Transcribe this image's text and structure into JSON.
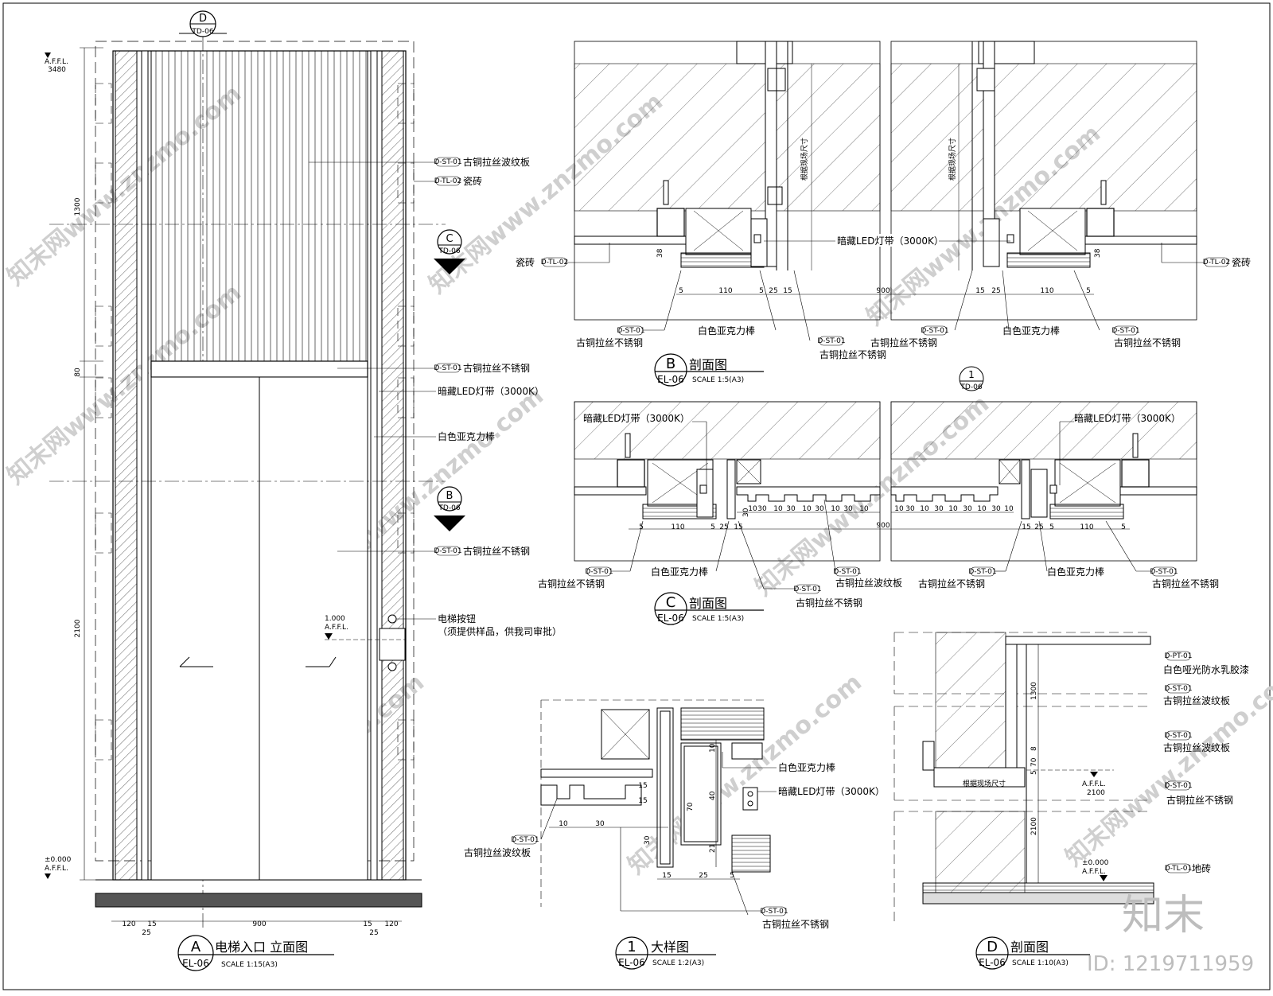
{
  "elevation_A": {
    "marker_top": {
      "letter": "D",
      "sheet": "TD-06"
    },
    "level_top": {
      "text": "A.F.F.L.",
      "value": "3480"
    },
    "level_mid": {
      "value": "1.000",
      "text": "A.F.F.L."
    },
    "level_bottom": {
      "value": "±0.000",
      "text": "A.F.F.L."
    },
    "dims_vertical": [
      "1300",
      "80",
      "2100"
    ],
    "dims_bottom": [
      "120",
      "15",
      "25",
      "900",
      "15",
      "25",
      "120"
    ],
    "section_marks": [
      {
        "letter": "C",
        "sheet": "TD-06"
      },
      {
        "letter": "B",
        "sheet": "TD-06"
      }
    ],
    "callouts": [
      {
        "tag": "D-ST-01",
        "text": "古铜拉丝波纹板"
      },
      {
        "tag": "D-TL-02",
        "text": "瓷砖"
      },
      {
        "tag": "D-ST-01",
        "text": "古铜拉丝不锈钢"
      },
      {
        "tag": "",
        "text": "暗藏LED灯带（3000K）"
      },
      {
        "tag": "",
        "text": "白色亚克力棒"
      },
      {
        "tag": "D-ST-01",
        "text": "古铜拉丝不锈钢"
      },
      {
        "tag": "",
        "text": "电梯按钮"
      },
      {
        "tag": "",
        "text": "（须提供样品，供我司审批）"
      }
    ],
    "title": {
      "letter": "A",
      "sheet": "EL-06",
      "name": "电梯入口 立面图",
      "scale": "SCALE 1:15(A3)"
    }
  },
  "section_B": {
    "left_labels": {
      "tile": "瓷砖",
      "tile_tag": "D-TL-02",
      "dim38": "38",
      "dims": [
        "5",
        "110",
        "5",
        "25",
        "15"
      ],
      "onsite": "根据现场尺寸"
    },
    "right_labels": {
      "tile": "瓷砖",
      "tile_tag": "D-TL-02",
      "dim38": "38",
      "dims": [
        "15",
        "25",
        "110",
        "5"
      ],
      "onsite": "根据现场尺寸"
    },
    "led": "暗藏LED灯带（3000K）",
    "overall": "900",
    "callouts": [
      {
        "tag": "D-ST-01",
        "text": "古铜拉丝不锈钢"
      },
      {
        "tag": "",
        "text": "白色亚克力棒"
      },
      {
        "tag": "D-ST-01",
        "text": "古铜拉丝不锈钢"
      },
      {
        "tag": "D-ST-01",
        "text": "古铜拉丝不锈钢"
      },
      {
        "tag": "",
        "text": "白色亚克力棒"
      },
      {
        "tag": "D-ST-01",
        "text": "古铜拉丝不锈钢"
      }
    ],
    "title": {
      "letter": "B",
      "sheet": "EL-06",
      "name": "剖面图",
      "scale": "SCALE 1:5(A3)"
    },
    "detail_mark": {
      "num": "1",
      "sheet": "TD-06"
    }
  },
  "section_C": {
    "led_left": "暗藏LED灯带（3000K）",
    "led_right": "暗藏LED灯带（3000K）",
    "dims_left": [
      "5",
      "110",
      "5",
      "25",
      "15"
    ],
    "dims_right": [
      "15",
      "25",
      "5",
      "110",
      "5"
    ],
    "dim30": "30",
    "flutes_left": [
      "10",
      "30",
      "10",
      "30",
      "10",
      "30",
      "10",
      "30",
      "10"
    ],
    "flutes_right": [
      "10",
      "30",
      "10",
      "30",
      "10",
      "30",
      "10",
      "30",
      "10"
    ],
    "overall": "900",
    "callouts": [
      {
        "tag": "D-ST-01",
        "text": "古铜拉丝不锈钢"
      },
      {
        "tag": "",
        "text": "白色亚克力棒"
      },
      {
        "tag": "D-ST-01",
        "text": "古铜拉丝不锈钢"
      },
      {
        "tag": "D-ST-01",
        "text": "古铜拉丝波纹板"
      },
      {
        "tag": "D-ST-01",
        "text": "古铜拉丝不锈钢"
      },
      {
        "tag": "",
        "text": "白色亚克力棒"
      },
      {
        "tag": "D-ST-01",
        "text": "古铜拉丝不锈钢"
      }
    ],
    "title": {
      "letter": "C",
      "sheet": "EL-06",
      "name": "剖面图",
      "scale": "SCALE 1:5(A3)"
    }
  },
  "detail_1": {
    "dims_h_top": [
      "15",
      "15"
    ],
    "dims_h": [
      "10",
      "30",
      "15",
      "25",
      "5"
    ],
    "dims_v": [
      "10",
      "40",
      "70",
      "30",
      "21"
    ],
    "callouts": [
      {
        "tag": "",
        "text": "白色亚克力棒"
      },
      {
        "tag": "",
        "text": "暗藏LED灯带（3000K）"
      },
      {
        "tag": "D-ST-01",
        "text": "古铜拉丝波纹板"
      },
      {
        "tag": "D-ST-01",
        "text": "古铜拉丝不锈钢"
      }
    ],
    "title": {
      "letter": "1",
      "sheet": "EL-06",
      "name": "大样图",
      "scale": "SCALE 1:2(A3)"
    }
  },
  "section_D": {
    "dims_v": [
      "1300",
      "8",
      "70",
      "5",
      "2100"
    ],
    "onsite": "根据现场尺寸",
    "level_mid": {
      "text": "A.F.F.L.",
      "value": "2100"
    },
    "level_bottom": {
      "value": "±0.000",
      "text": "A.F.F.L."
    },
    "callouts": [
      {
        "tag": "D-PT-01",
        "text": "白色哑光防水乳胶漆"
      },
      {
        "tag": "D-ST-01",
        "text": "古铜拉丝波纹板"
      },
      {
        "tag": "D-ST-01",
        "text": "古铜拉丝波纹板"
      },
      {
        "tag": "D-ST-01",
        "text": "古铜拉丝不锈钢"
      },
      {
        "tag": "D-TL-01",
        "text": "地砖"
      }
    ],
    "title": {
      "letter": "D",
      "sheet": "EL-06",
      "name": "剖面图",
      "scale": "SCALE 1:10(A3)"
    }
  },
  "branding": {
    "logo": "知末",
    "id": "ID: 1219711959"
  },
  "watermarks": [
    "知末网www.znzmo.com"
  ],
  "colors": {
    "line": "#000000",
    "watermark": "#cfcfcf",
    "floor": "#555555"
  }
}
